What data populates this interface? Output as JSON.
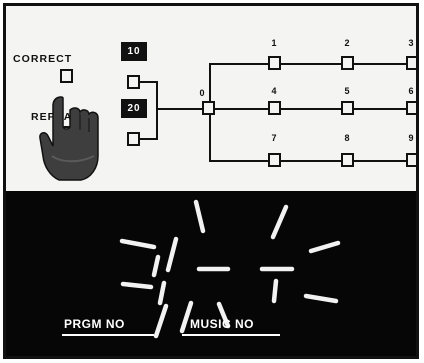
{
  "panel": {
    "correct_label": "CORRECT",
    "repeat_label": "REPEAT",
    "chip_top": "10",
    "chip_bottom": "20",
    "node_zero": "0",
    "grid_numbers": [
      "1",
      "2",
      "3",
      "4",
      "5",
      "6",
      "7",
      "8",
      "9"
    ]
  },
  "display": {
    "prgm_label": "PRGM NO",
    "music_label": "MUSIC NO"
  },
  "icons": [
    "pointing-hand-icon"
  ]
}
